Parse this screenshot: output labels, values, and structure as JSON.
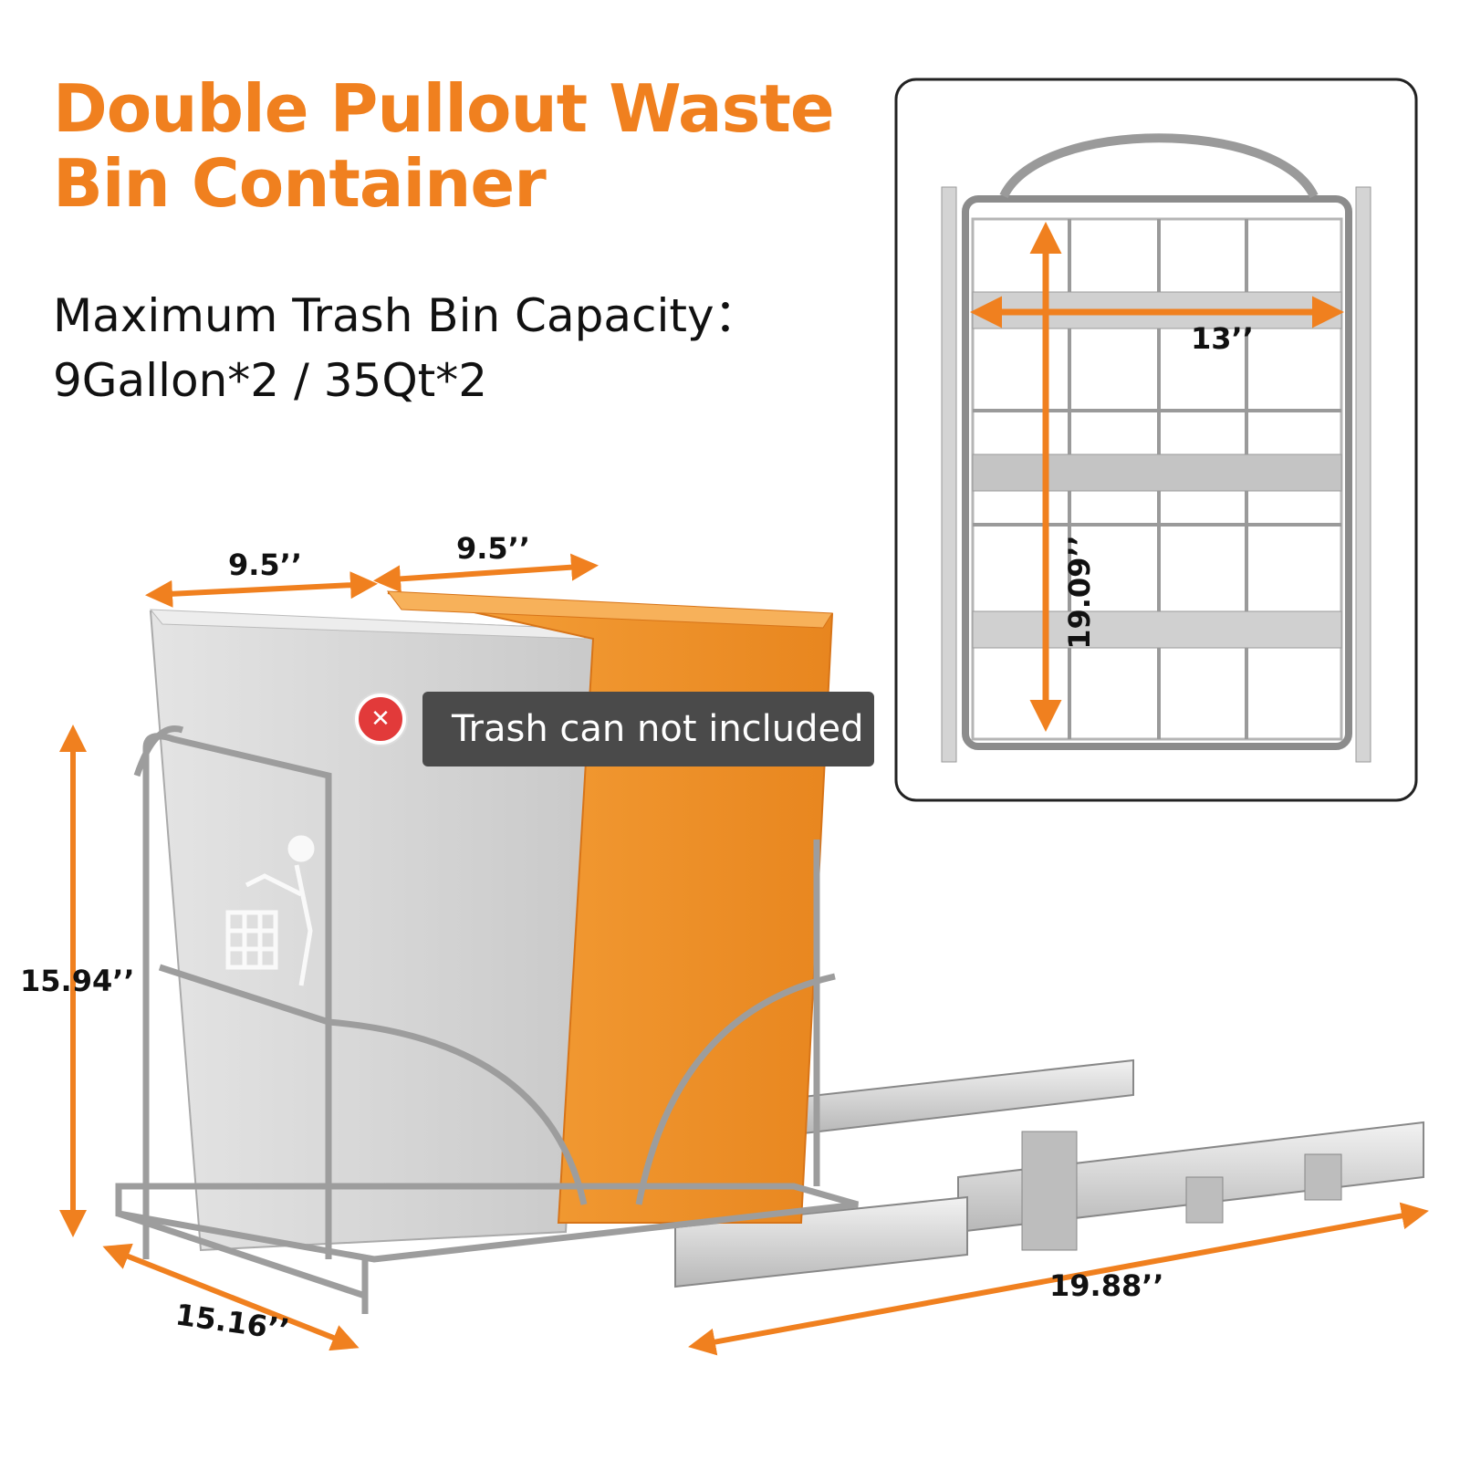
{
  "title": {
    "line1": "Double Pullout Waste",
    "line2": "Bin Container"
  },
  "capacity": {
    "label": "Maximum Trash Bin Capacity：",
    "value": "9Gallon*2 / 35Qt*2"
  },
  "dimensions": {
    "bin_width_left": "9.5’’",
    "bin_width_right": "9.5’’",
    "height": "15.94’’",
    "depth": "15.16’’",
    "rail_length": "19.88’’",
    "top_width": "13’’",
    "top_depth": "19.09’’"
  },
  "notice": {
    "text": "Trash can not included",
    "icon": "close-icon"
  },
  "colors": {
    "accent": "#f0801f",
    "bin_orange": "#f39a32",
    "bin_gray": "#d9d9d9",
    "notice_bg": "#4a4a4a",
    "notice_icon": "#e23a3a"
  }
}
